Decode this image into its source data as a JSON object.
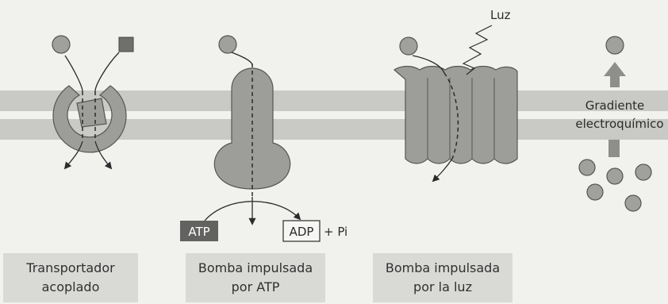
{
  "panels": {
    "coupled": {
      "caption_line1": "Transportador",
      "caption_line2": "acoplado"
    },
    "atp_pump": {
      "caption_line1": "Bomba impulsada",
      "caption_line2": "por ATP",
      "atp": "ATP",
      "adp": "ADP",
      "pi": "+ Pi"
    },
    "light_pump": {
      "caption_line1": "Bomba impulsada",
      "caption_line2": "por la luz",
      "light": "Luz"
    },
    "gradient": {
      "line1": "Gradiente",
      "line2": "electroquímico"
    }
  },
  "colors": {
    "background": "#f1f1ee",
    "membrane": "#c9c9c6",
    "protein": "#9d9d9a",
    "molecule": "#a0a09d",
    "square_molecule": "#6f6f6d",
    "atp_box": "#626260",
    "caption_box": "#d9d9d6"
  }
}
